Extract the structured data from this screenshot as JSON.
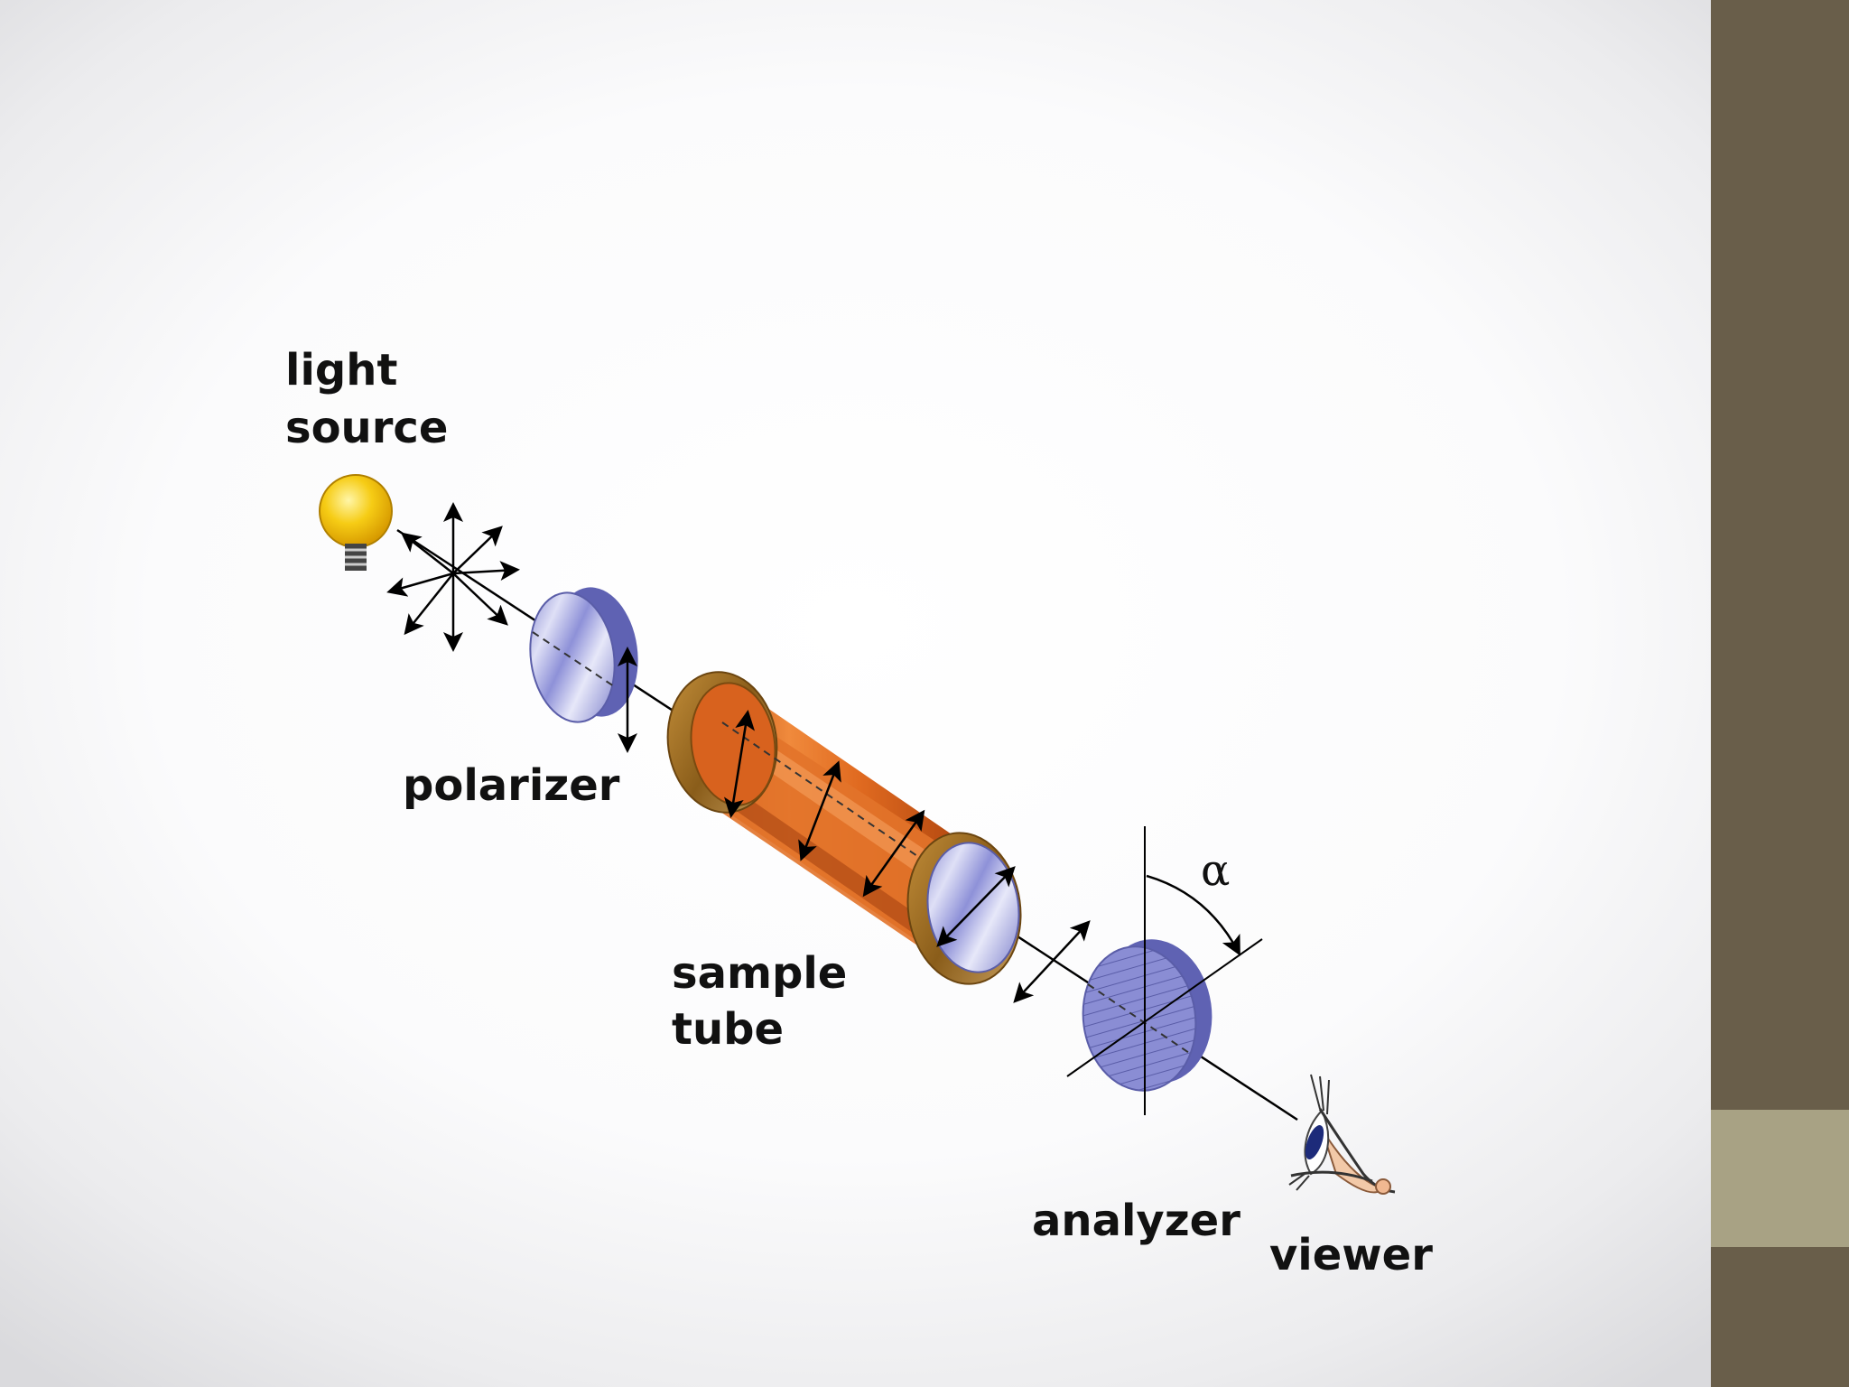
{
  "diagram": {
    "labels": {
      "light_source_line1": "light",
      "light_source_line2": "source",
      "polarizer": "polarizer",
      "sample_tube_line1": "sample",
      "sample_tube_line2": "tube",
      "analyzer": "analyzer",
      "viewer": "viewer",
      "angle_symbol": "α"
    }
  },
  "colors": {
    "sidebar_dark": "#695e4a",
    "sidebar_light": "#a8a284",
    "tube_orange": "#d9651f",
    "filter_blue": "#8c8fd6",
    "bulb_yellow": "#f4c20d"
  }
}
